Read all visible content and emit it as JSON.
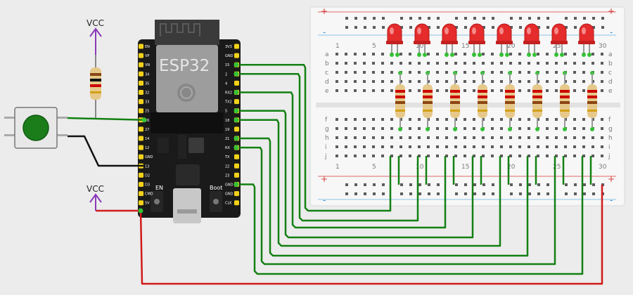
{
  "simulator": {
    "board": {
      "name": "ESP32",
      "boot_label": "Boot",
      "en_label": "EN",
      "left_pins": [
        "EN",
        "VP",
        "VN",
        "34",
        "35",
        "32",
        "33",
        "25",
        "26",
        "27",
        "14",
        "12",
        "GND",
        "13",
        "D2",
        "D3",
        "CMD",
        "5V"
      ],
      "right_pins": [
        "3V3",
        "GND",
        "15",
        "2",
        "4",
        "RX2",
        "TX2",
        "5",
        "18",
        "19",
        "21",
        "RX",
        "TX",
        "22",
        "23",
        "GND",
        "GND",
        "CLK"
      ]
    },
    "power": [
      {
        "label": "VCC"
      },
      {
        "label": "VCC"
      }
    ],
    "breadboard": {
      "columns": [
        "1",
        "5",
        "10",
        "15",
        "20",
        "25",
        "30"
      ],
      "rows_top": [
        "a",
        "b",
        "c",
        "d",
        "e"
      ],
      "rows_bottom": [
        "f",
        "g",
        "h",
        "i",
        "j"
      ],
      "rail_plus": "+",
      "rail_minus": "-"
    },
    "components": {
      "led_count": 8,
      "led_color": "#e52b2b",
      "resistor_count": 9,
      "button_color": "#1a7d1a"
    },
    "colors": {
      "wire_signal": "#138013",
      "wire_power": "#d11a1a",
      "wire_ground": "#111111",
      "vcc_symbol": "#8a3ab8"
    }
  }
}
